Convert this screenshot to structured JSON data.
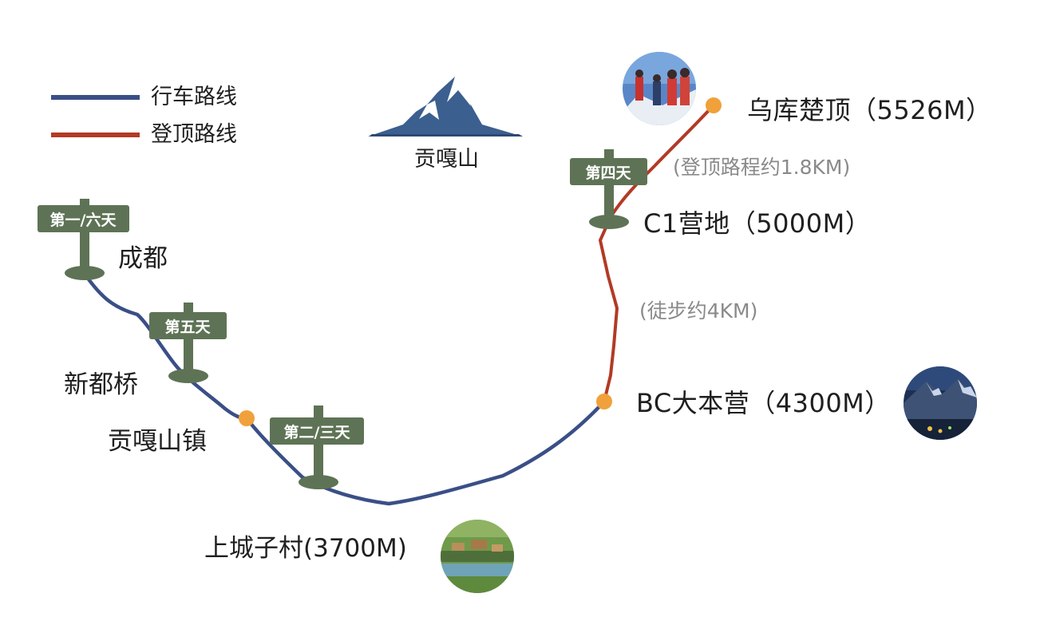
{
  "legend": [
    {
      "label": "行车路线",
      "color": "#3a4f86"
    },
    {
      "label": "登顶路线",
      "color": "#b23a25"
    }
  ],
  "mountain": {
    "label": "贡嘎山",
    "icon": "mountain-icon"
  },
  "signposts": [
    {
      "label": "第一/六天"
    },
    {
      "label": "第五天"
    },
    {
      "label": "第二/三天"
    },
    {
      "label": "第四天"
    }
  ],
  "places": {
    "chengdu": "成都",
    "xindu_bridge": "新都桥",
    "gongga_town": "贡嘎山镇",
    "shangcheng_village": "上城子村(3700M)",
    "base_camp": "BC大本营（4300M）",
    "c1_camp": "C1营地（5000M）",
    "summit": "乌库楚顶（5526M）"
  },
  "notes": {
    "hike": "(徒步约4KM)",
    "summit_distance": "(登顶路程约1.8KM)"
  },
  "photos": [
    {
      "name": "summit-climbers-photo"
    },
    {
      "name": "base-camp-photo"
    },
    {
      "name": "village-photo"
    }
  ],
  "colors": {
    "drive_route": "#3a4f86",
    "climb_route": "#b23a25",
    "signpost": "#5e7355",
    "waypoint": "#f0a13b",
    "mountain": "#3b5f8f"
  }
}
